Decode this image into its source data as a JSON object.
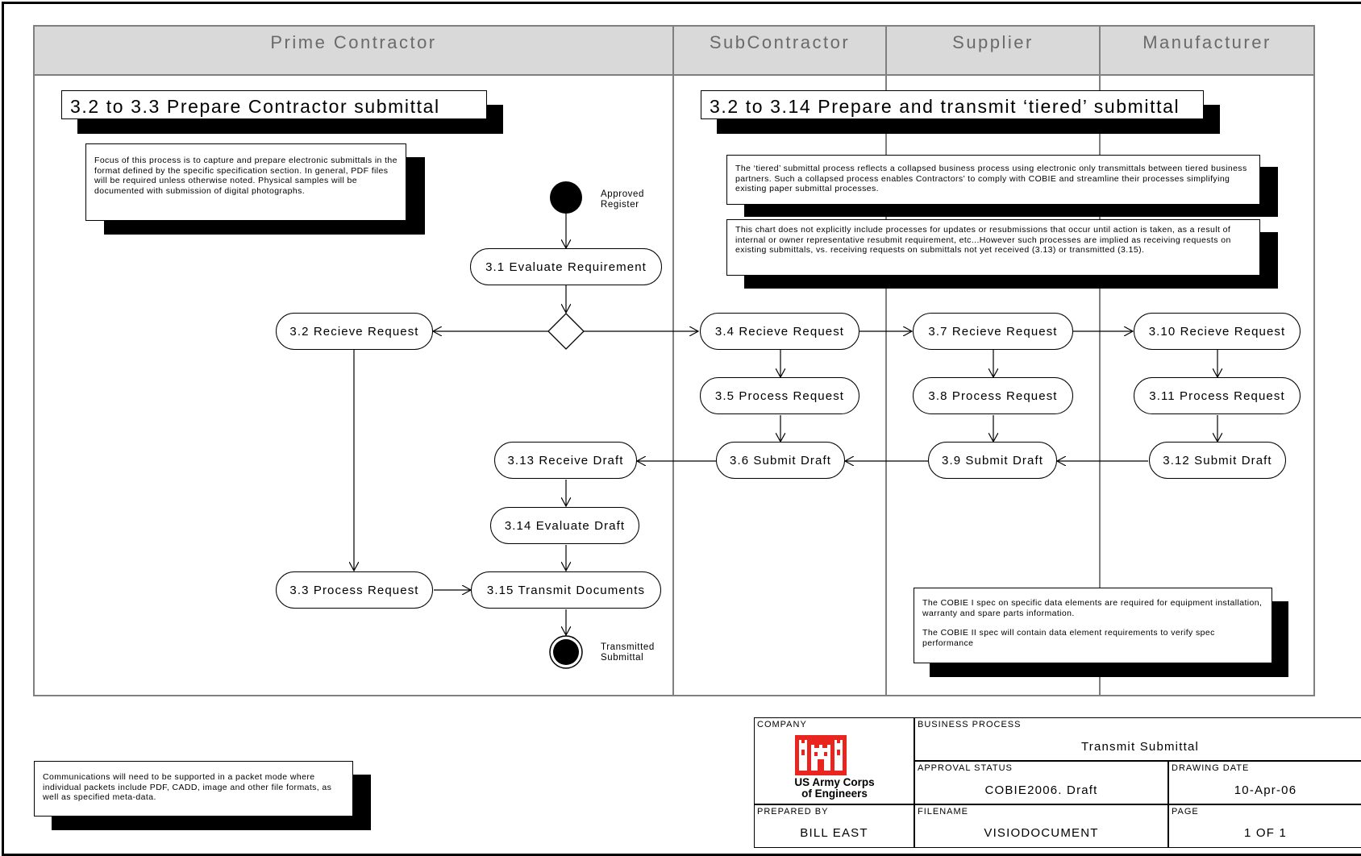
{
  "lanes": [
    "Prime Contractor",
    "SubContractor",
    "Supplier",
    "Manufacturer"
  ],
  "banners": {
    "contractor": "3.2 to 3.3 Prepare Contractor submittal",
    "tiered": "3.2 to 3.14 Prepare and transmit ‘tiered’ submittal"
  },
  "notes": {
    "focus": "Focus of this process is to capture and prepare electronic submittals in the format defined by the specific specification section.  In general, PDF files will be required unless otherwise noted.  Physical samples will be documented with submission of digital photographs.",
    "tiered": "The ‘tiered’ submittal process reflects a collapsed business process using electronic only transmittals between tiered business partners.  Such a collapsed process enables Contractors’ to comply with COBIE and streamline their processes simplifying existing paper submittal processes.",
    "resubmit": "This chart does not explicitly  include processes for updates or resubmissions that occur until action is taken, as a result of internal or owner representative resubmit requirement, etc...However such processes are implied as receiving requests on existing submittals, vs. receiving requests on submittals not yet received (3.13) or transmitted (3.15).",
    "cobie1": "The COBIE I spec on specific data elements are required for equipment installation, warranty and spare parts information.",
    "cobie2": "The COBIE II spec will contain data element requirements to verify spec performance",
    "comms": "Communications will need to be supported in a packet mode where individual packets include PDF, CADD, image and other file formats, as well as specified meta-data."
  },
  "labels": {
    "start": "Approved Register",
    "end": "Transmitted Submittal"
  },
  "nodes": {
    "n31": "3.1 Evaluate Requirement",
    "n32": "3.2 Recieve Request",
    "n33": "3.3 Process Request",
    "n34": "3.4 Recieve Request",
    "n35": "3.5 Process Request",
    "n36": "3.6 Submit Draft",
    "n37": "3.7 Recieve Request",
    "n38": "3.8 Process Request",
    "n39": "3.9 Submit Draft",
    "n310": "3.10 Recieve Request",
    "n311": "3.11 Process Request",
    "n312": "3.12 Submit Draft",
    "n313": "3.13 Receive Draft",
    "n314": "3.14 Evaluate Draft",
    "n315": "3.15 Transmit Documents"
  },
  "title_block": {
    "company_caption": "COMPANY",
    "logo_line1": "US Army Corps",
    "logo_line2": "of Engineers",
    "process_caption": "BUSINESS PROCESS",
    "process_value": "Transmit Submittal",
    "approval_caption": "APPROVAL STATUS",
    "approval_value": "COBIE2006. Draft",
    "date_caption": "DRAWING DATE",
    "date_value": "10-Apr-06",
    "prepared_caption": "PREPARED BY",
    "prepared_value": "BILL EAST",
    "filename_caption": "FILENAME",
    "filename_value": "VISIODOCUMENT",
    "page_caption": "PAGE",
    "page_value": "1 OF 1"
  },
  "colors": {
    "lane_header_bg": "#d9d9d9",
    "lane_border": "#7f7f7f",
    "logo_red": "#e8251f"
  }
}
